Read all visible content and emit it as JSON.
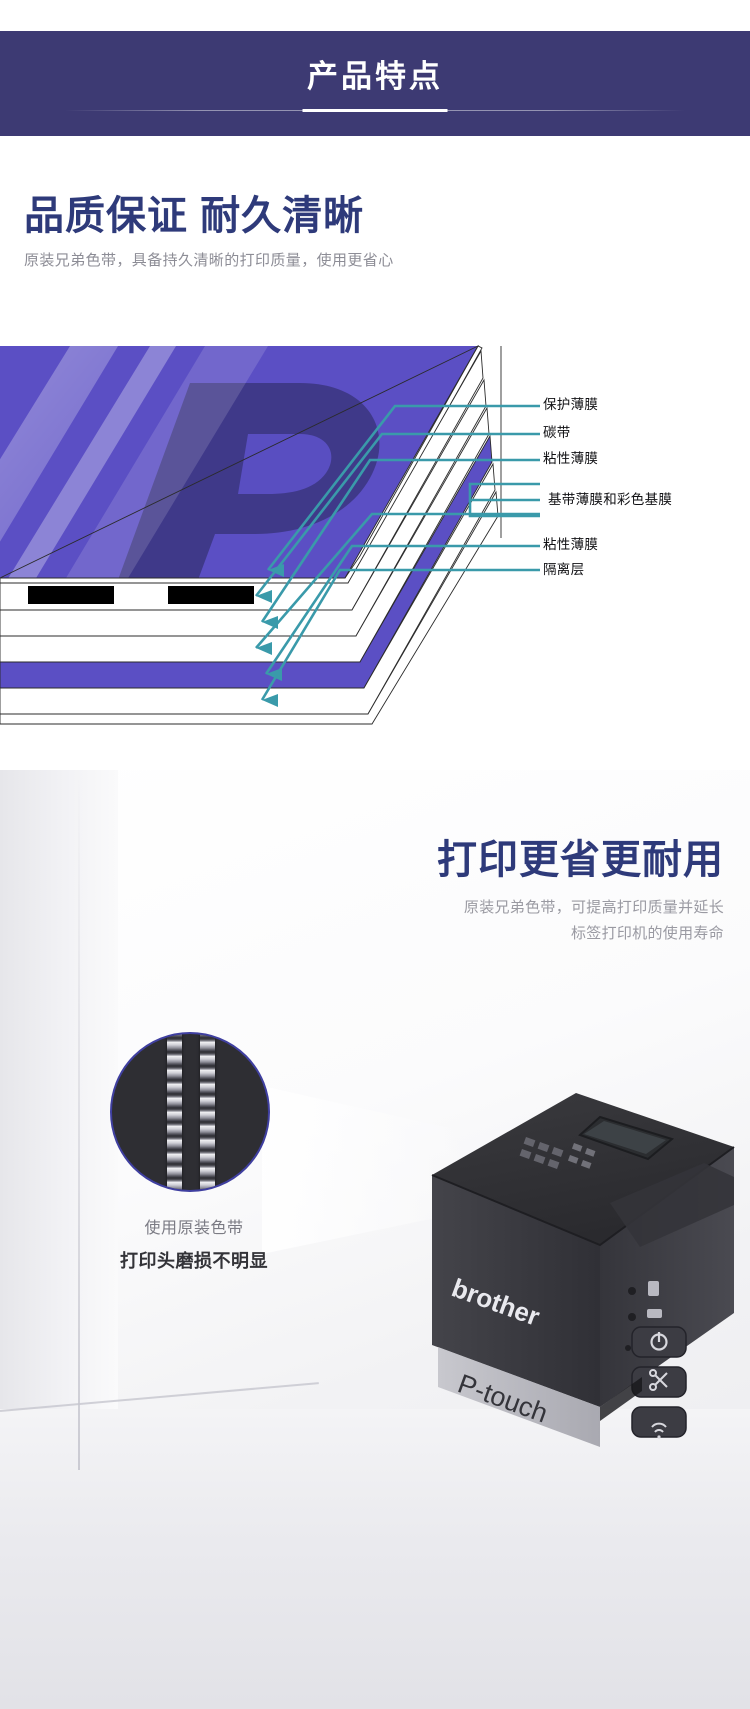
{
  "banner": {
    "title": "产品特点"
  },
  "section1": {
    "heading": "品质保证 耐久清晰",
    "subheading": "原装兄弟色带，具备持久清晰的打印质量，使用更省心",
    "diagram": {
      "labels": [
        {
          "text": "保护薄膜"
        },
        {
          "text": "碳带"
        },
        {
          "text": "粘性薄膜"
        },
        {
          "text": "基带薄膜和彩色基膜"
        },
        {
          "text": "粘性薄膜"
        },
        {
          "text": "隔离层"
        }
      ],
      "colors": {
        "tape_top": "#5b4fc4",
        "tape_logo": "#3b357f",
        "arrow": "#3a9aaa",
        "label_text": "#111114",
        "print_mark": "#000000"
      }
    }
  },
  "section2": {
    "heading": "打印更省更耐用",
    "subheading_line1": "原装兄弟色带，可提高打印质量并延长",
    "subheading_line2": "标签打印机的使用寿命",
    "caption_line1": "使用原装色带",
    "caption_line2": "打印头磨损不明显",
    "printer": {
      "brand": "brother",
      "tape_text": "P-touch",
      "button_icons": [
        "power-icon",
        "cut-icon",
        "wifi-icon"
      ],
      "indicator_icons": [
        "label-indicator-icon",
        "battery-indicator-icon"
      ]
    }
  },
  "theme": {
    "banner_bg": "#3d3a73",
    "heading_navy": "#2e3a7a",
    "body_gray": "#8d8d96"
  }
}
